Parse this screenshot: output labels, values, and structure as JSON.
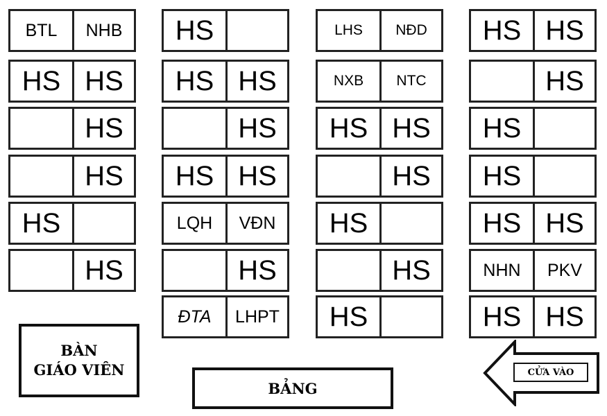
{
  "classroom": {
    "columns": [
      {
        "desks": [
          [
            "BTL",
            "NHB"
          ],
          [
            "HS",
            "HS"
          ],
          [
            "",
            "HS"
          ],
          [
            "",
            "HS"
          ],
          [
            "HS",
            ""
          ],
          [
            "",
            "HS"
          ]
        ]
      },
      {
        "desks": [
          [
            "HS",
            ""
          ],
          [
            "HS",
            "HS"
          ],
          [
            "",
            "HS"
          ],
          [
            "HS",
            "HS"
          ],
          [
            "LQH",
            "VĐN"
          ],
          [
            "",
            "HS"
          ],
          [
            "ĐTA",
            "LHPT"
          ]
        ]
      },
      {
        "desks": [
          [
            "LHS",
            "NĐD"
          ],
          [
            "NXB",
            "NTC"
          ],
          [
            "HS",
            "HS"
          ],
          [
            "",
            "HS"
          ],
          [
            "HS",
            ""
          ],
          [
            "",
            "HS"
          ],
          [
            "HS",
            ""
          ]
        ]
      },
      {
        "desks": [
          [
            "HS",
            "HS"
          ],
          [
            "",
            "HS"
          ],
          [
            "HS",
            ""
          ],
          [
            "HS",
            ""
          ],
          [
            "HS",
            "HS"
          ],
          [
            "NHN",
            "PKV"
          ],
          [
            "HS",
            "HS"
          ]
        ]
      }
    ]
  },
  "teacher_desk": {
    "line1": "BÀN",
    "line2": "GIÁO VIÊN"
  },
  "board": {
    "label": "BẢNG"
  },
  "entrance": {
    "label": "CỬA VÀO",
    "icon": "arrow-left-icon"
  }
}
